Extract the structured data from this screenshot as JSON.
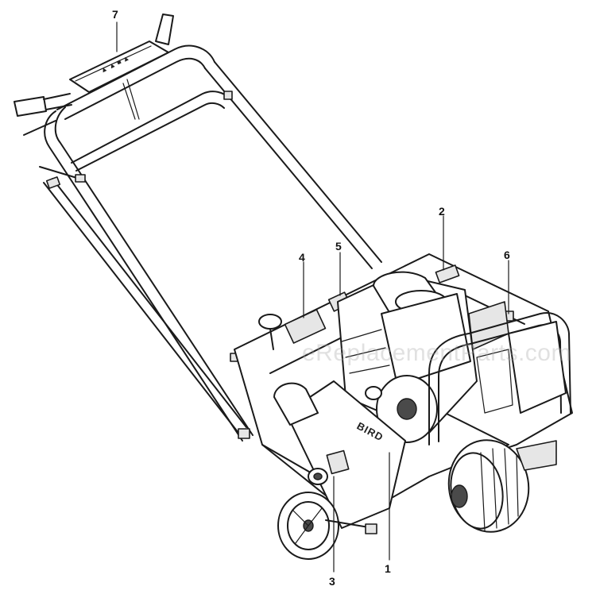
{
  "diagram": {
    "callouts": [
      {
        "id": "1",
        "label": "1"
      },
      {
        "id": "2",
        "label": "2"
      },
      {
        "id": "3",
        "label": "3"
      },
      {
        "id": "4",
        "label": "4"
      },
      {
        "id": "5",
        "label": "5"
      },
      {
        "id": "6",
        "label": "6"
      },
      {
        "id": "7",
        "label": "7"
      }
    ],
    "watermark": "eReplacementParts.com",
    "brand_marking": "BIRD"
  }
}
